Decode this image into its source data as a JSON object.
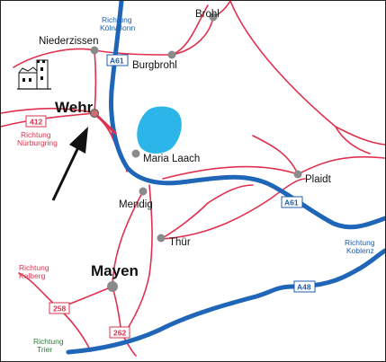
{
  "colors": {
    "autobahn": "#1f66b8",
    "road": "#e0304f",
    "lake": "#2bb5e8",
    "town_dot": "#8a8a8a",
    "wehr_dot": "#c87070",
    "arrow": "#111111"
  },
  "towns": {
    "brohl": "Brohl",
    "niederzissen": "Niederzissen",
    "burgbrohl": "Burgbrohl",
    "wehr": "Wehr",
    "maria_laach": "Maria Laach",
    "plaidt": "Plaidt",
    "mendig": "Mendig",
    "thuer": "Thür",
    "mayen": "Mayen"
  },
  "directions": {
    "koeln_bonn": [
      "Richtung",
      "Köln/Bonn"
    ],
    "nuerburgring": [
      "Richtung",
      "Nürburgring"
    ],
    "koblenz": [
      "Richtung",
      "Koblenz"
    ],
    "kelberg": [
      "Richtung",
      "Kelberg"
    ],
    "trier": [
      "Richtung",
      "Trier"
    ]
  },
  "road_shields": {
    "a61_north": "A61",
    "a61_east": "A61",
    "a48": "A48",
    "b412": "412",
    "b258": "258",
    "b262": "262"
  },
  "icons": {
    "castle": "castle-icon",
    "arrow": "location-arrow-icon"
  }
}
